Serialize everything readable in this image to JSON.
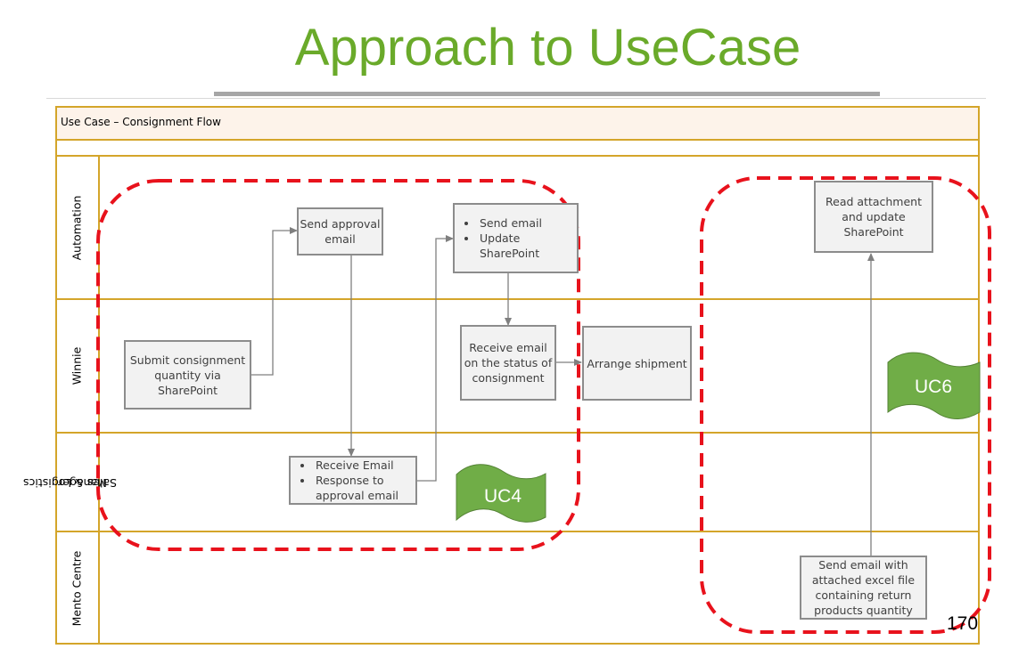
{
  "title": "Approach to UseCase",
  "header": "Use Case – Consignment Flow",
  "lanes": [
    "Automation",
    "Winnie",
    "Sales & Logistics Manager",
    "Mento Centre"
  ],
  "lane_lines": [
    "Sales & Logistics",
    "Manager"
  ],
  "boxes": {
    "send_approval": "Send approval email",
    "send_email_items": [
      "Send email",
      "Update SharePoint"
    ],
    "read_attachment": "Read attachment and update SharePoint",
    "submit": "Submit consignment quantity via SharePoint",
    "receive_status": "Receive email on the status of consignment",
    "arrange": "Arrange shipment",
    "receive_items": [
      "Receive Email",
      "Response to approval email"
    ],
    "send_excel": "Send email with attached excel file containing return products quantity"
  },
  "tags": [
    "UC4",
    "UC6"
  ],
  "page_number": "170",
  "colors": {
    "title": "#6aaa2a",
    "lane_border": "#d4a52a",
    "dashed_group": "#e8121c",
    "tag_fill": "#70ad47",
    "connector": "#7f7f7f"
  }
}
